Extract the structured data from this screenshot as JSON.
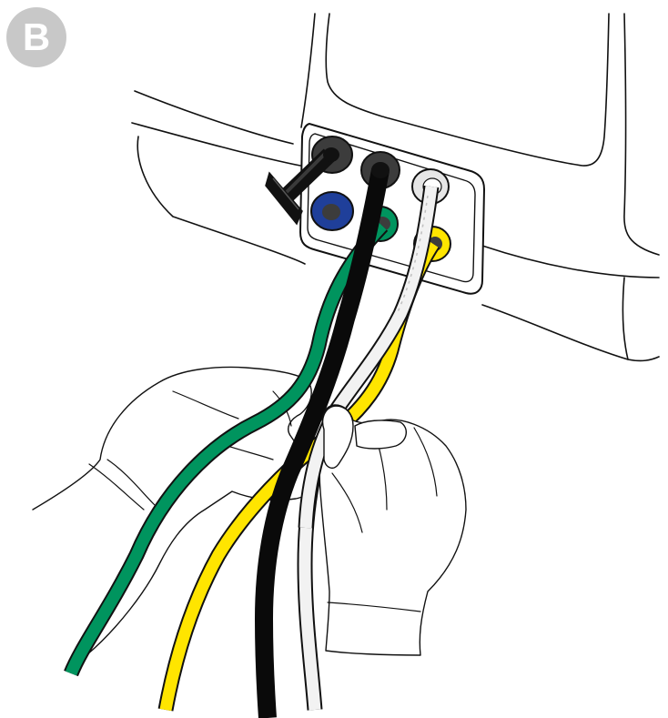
{
  "step_badge": {
    "label": "B",
    "color": "#c8c8c8"
  },
  "colors": {
    "outline": "#111111",
    "tube_green": "#00945e",
    "tube_black": "#0a0a0a",
    "tube_yellow": "#ffe500",
    "tube_clear": "#f2f2f2",
    "port_blue": "#1f3f9a",
    "port_green": "#00945e",
    "port_yellow": "#ffe500",
    "port_gray": "#3c3c3c",
    "port_clear": "#e6e6e6"
  },
  "icons": [
    "instrument-body",
    "connector-panel",
    "port",
    "tubing",
    "gloved-hand"
  ]
}
